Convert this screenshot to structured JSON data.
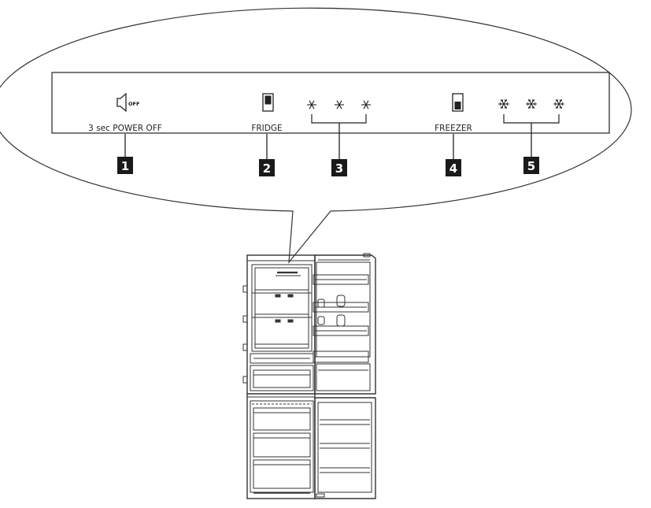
{
  "panel": {
    "power_off_label": "3 sec POWER OFF",
    "fridge_label": "FRIDGE",
    "freezer_label": "FREEZER",
    "off_icon_text": "OFF"
  },
  "callouts": [
    {
      "number": "1",
      "target": "power-off-button"
    },
    {
      "number": "2",
      "target": "fridge-button"
    },
    {
      "number": "3",
      "target": "fridge-temperature-indicators"
    },
    {
      "number": "4",
      "target": "freezer-button"
    },
    {
      "number": "5",
      "target": "freezer-temperature-indicators"
    }
  ],
  "icons": {
    "power": "speaker-off-icon",
    "fridge": "fridge-compartment-icon",
    "fridge_temp": "asterisk-icon",
    "freezer": "freezer-compartment-icon",
    "freezer_temp": "snowflake-icon"
  },
  "colors": {
    "line": "#222222",
    "badge": "#1a1a1a",
    "background": "#ffffff"
  }
}
